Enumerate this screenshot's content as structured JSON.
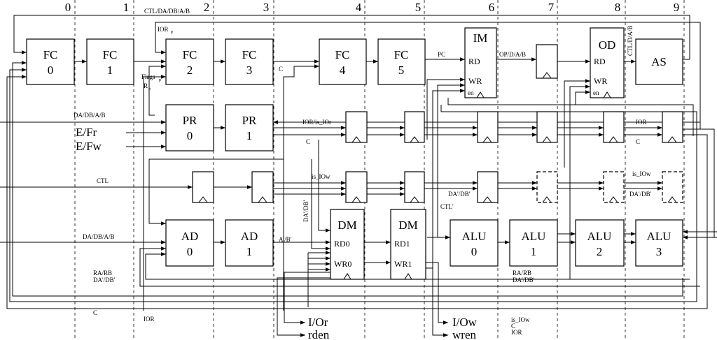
{
  "columns": [
    "0",
    "1",
    "2",
    "3",
    "4",
    "5",
    "6",
    "7",
    "8",
    "9"
  ],
  "blocks": {
    "fc0_t": "FC",
    "fc0_n": "0",
    "fc1_t": "FC",
    "fc1_n": "1",
    "fc2_t": "FC",
    "fc2_n": "2",
    "fc3_t": "FC",
    "fc3_n": "3",
    "fc4_t": "FC",
    "fc4_n": "4",
    "fc5_t": "FC",
    "fc5_n": "5",
    "pr0_t": "PR",
    "pr0_n": "0",
    "pr1_t": "PR",
    "pr1_n": "1",
    "ad0_t": "AD",
    "ad0_n": "0",
    "ad1_t": "AD",
    "ad1_n": "1",
    "im_t": "IM",
    "im_rd": "RD",
    "im_wr": "WR",
    "im_en": "en",
    "od_t": "OD",
    "od_rd": "RD",
    "od_wr": "WR",
    "od_en": "en",
    "as_t": "AS",
    "dm0_t": "DM",
    "dm0_rd": "RD0",
    "dm0_wr": "WR0",
    "dm1_t": "DM",
    "dm1_rd": "RD1",
    "dm1_wr": "WR1",
    "alu0_t": "ALU",
    "alu0_n": "0",
    "alu1_t": "ALU",
    "alu1_n": "1",
    "alu2_t": "ALU",
    "alu2_n": "2",
    "alu3_t": "ALU",
    "alu3_n": "3"
  },
  "signals": {
    "ctl_top": "CTL/DA/DB/A/B",
    "iorp": "IOR",
    "iorp_sub": "p",
    "flags": "Flags",
    "flags_sub": "p",
    "rp": "R",
    "rp_sub": "p",
    "c_fc3": "C",
    "pc": "PC",
    "opdab": "OP/D/A/B",
    "ctlda": "CTL/D/A/B",
    "dadbab1": "DA/DB/A/B",
    "efr": "E/Fr",
    "efw": "E/Fw",
    "ior_is": "IOR/is_IOr",
    "c_row2": "C",
    "ior_r": "IOR",
    "c_r": "C",
    "ctl": "CTL",
    "is_iow": "is_IOw",
    "is_iow_r": "is_IOw",
    "dadb_v": "DA'/DB'",
    "dadb_mid": "DA'/DB'",
    "dadb_r": "DA'/DB'",
    "ctlp": "CTL'",
    "dadbab2": "DA/DB/A/B",
    "abp": "A'/B'",
    "rarb": "RA/RB",
    "dadbp": "DA'/DB'",
    "rarb2": "RA/RB",
    "dadbp2": "DA'/DB'",
    "c_bot": "C",
    "ior_bot": "IOR",
    "is_iow_bot": "is_IOw",
    "c_bot2": "C",
    "ior_bot2": "IOR"
  },
  "ports": {
    "ior_out": "I/Or",
    "rden": "rden",
    "iow_out": "I/Ow",
    "wren": "wren"
  }
}
